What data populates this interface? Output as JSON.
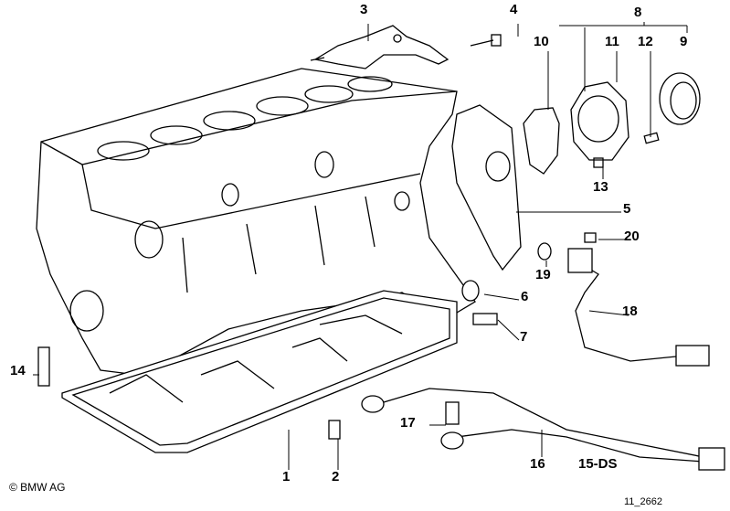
{
  "diagram": {
    "callouts": [
      {
        "id": "1",
        "label": "1"
      },
      {
        "id": "2",
        "label": "2"
      },
      {
        "id": "3",
        "label": "3"
      },
      {
        "id": "4",
        "label": "4"
      },
      {
        "id": "5",
        "label": "5"
      },
      {
        "id": "6",
        "label": "6"
      },
      {
        "id": "7",
        "label": "7"
      },
      {
        "id": "8",
        "label": "8"
      },
      {
        "id": "9",
        "label": "9"
      },
      {
        "id": "10",
        "label": "10"
      },
      {
        "id": "11",
        "label": "11"
      },
      {
        "id": "12",
        "label": "12"
      },
      {
        "id": "13",
        "label": "13"
      },
      {
        "id": "14",
        "label": "14"
      },
      {
        "id": "15",
        "label": "15-DS"
      },
      {
        "id": "16",
        "label": "16"
      },
      {
        "id": "17",
        "label": "17"
      },
      {
        "id": "18",
        "label": "18"
      },
      {
        "id": "19",
        "label": "19"
      },
      {
        "id": "20",
        "label": "20"
      }
    ],
    "copyright": "© BMW AG",
    "reference": "11_2662"
  }
}
